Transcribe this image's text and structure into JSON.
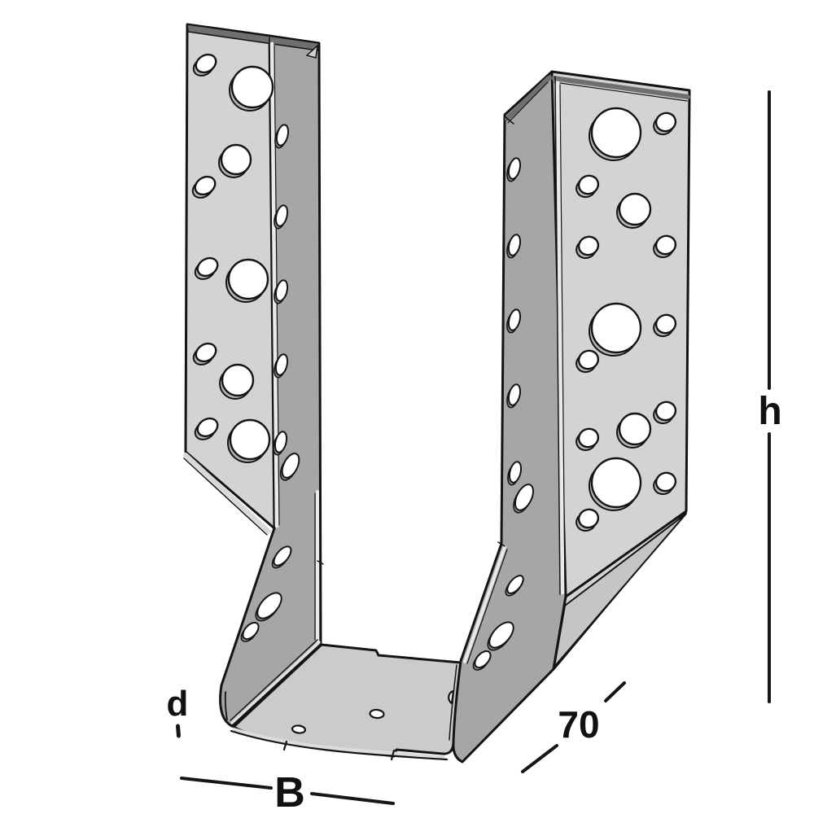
{
  "figure": {
    "type": "technical-line-drawing",
    "subject": "perforated-joist-hanger-bracket",
    "background": "#ffffff",
    "outline_color": "#141414",
    "colors": {
      "flange_light": "#d3d3d3",
      "flange_dark": "#a6a6a6",
      "floor": "#cbcbcb",
      "slope": "#c5c5c5",
      "hem": "#6f6f6f"
    }
  },
  "dimensions": {
    "height": {
      "label": "h"
    },
    "depth": {
      "label": "70"
    },
    "width": {
      "label": "B"
    },
    "thickness": {
      "label": "d"
    }
  }
}
